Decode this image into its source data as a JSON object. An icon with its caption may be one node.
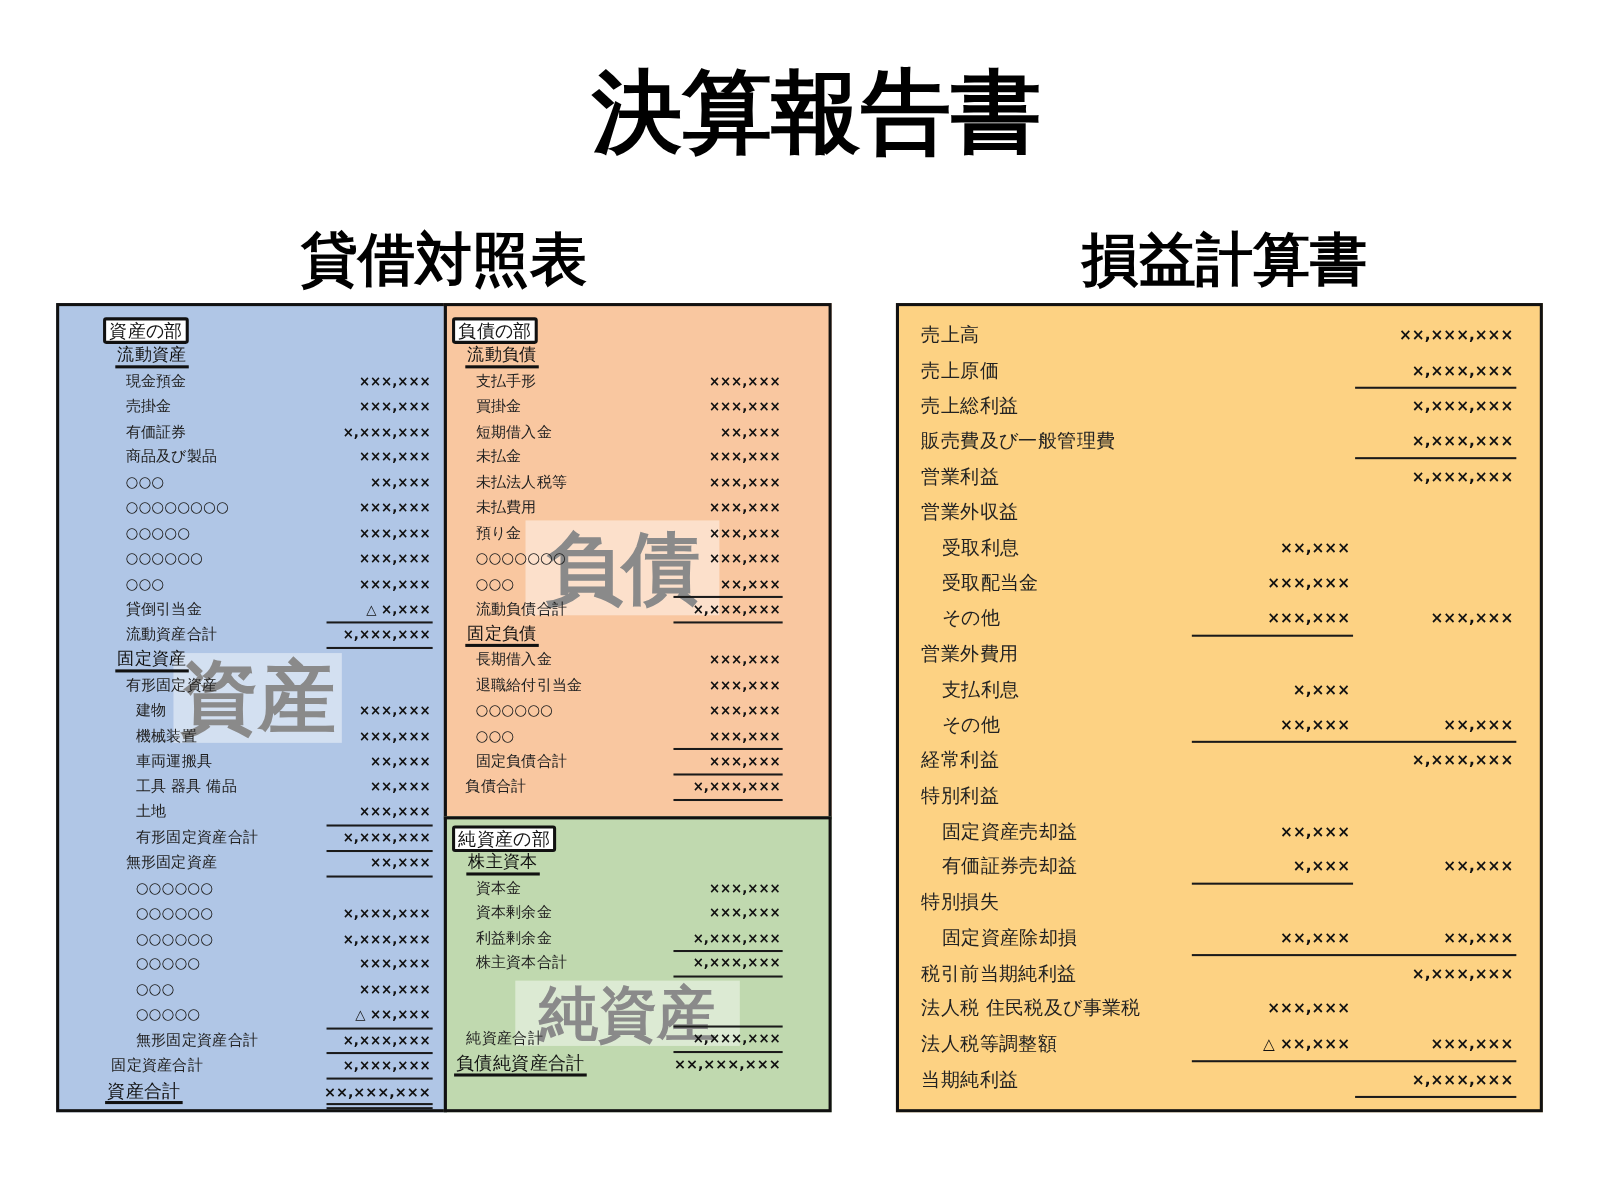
{
  "diagram": {
    "title": "決算報告書",
    "nodes": [
      {
        "text": [
          "資産",
          "流動資産",
          "現金預金",
          "×××,×××",
          "売掛金",
          "×××,×××",
          "有価証券",
          "×,×××,×××",
          "商品及び製品",
          "×××,×××",
          "○○○",
          "××,×××",
          "○○○○○○○○",
          "×××,×××",
          "○○○○○",
          "×××,×××",
          "○○○○○○",
          "×××,×××",
          "○○○",
          "×××,×××",
          "貸倒引当金",
          "△ ×,×××",
          "流動資産合計",
          "×,×××,×××",
          "固定資産",
          "有形固定資産",
          "建物",
          "×××,×××",
          "機械装置",
          "×××,×××",
          "車両運搬具",
          "××,×××",
          "工具 器具 備品",
          "××,×××",
          "土地",
          "×××,×××",
          "有形固定資産合計",
          "×,×××,×××",
          "無形固定資産",
          "××,×××",
          "○○○○○○",
          "○○○○○○",
          "×,×××,×××",
          "○○○○○○",
          "×,×××,×××",
          "○○○○○",
          "×××,×××",
          "○○○",
          "×××,×××",
          "○○○○○",
          "△ ××,×××",
          "無形固定資産合計",
          "×,×××,×××",
          "固定資産合計",
          "×,×××,×××",
          "資産合計",
          "××,×××,×××"
        ]
      },
      {
        "text": [
          "資産の部"
        ],
        "in": 0
      },
      {
        "text": [
          "負債",
          "流動負債",
          "支払手形",
          "×××,×××",
          "買掛金",
          "×××,×××",
          "短期借入金",
          "××,×××",
          "未払金",
          "×××,×××",
          "未払法人税等",
          "×××,×××",
          "未払費用",
          "×××,×××",
          "預り金",
          "×××,×××",
          "○○○○○○○",
          "×××,×××",
          "○○○",
          "××,×××",
          "流動負債合計",
          "×,×××,×××",
          "固定負債",
          "長期借入金",
          "×××,×××",
          "退職給付引当金",
          "×××,×××",
          "○○○○○○",
          "×××,×××",
          "○○○",
          "×××,×××",
          "固定負債合計",
          "×××,×××",
          "負債合計",
          "×,×××,×××"
        ]
      },
      {
        "text": [
          "負債の部"
        ],
        "in": 2
      },
      {
        "text": [
          "純資産",
          "株主資本",
          "資本金",
          "×××,×××",
          "資本剰余金",
          "×××,×××",
          "利益剰余金",
          "×,×××,×××",
          "株主資本合計",
          "×,×××,×××",
          "純資産合計",
          "×,×××,×××",
          "負債純資産合計",
          "××,×××,×××"
        ]
      },
      {
        "text": [
          "純資産の部"
        ],
        "in": 4
      },
      {
        "text": [
          "損益計算書",
          "売上高",
          "××,×××,×××",
          "売上原価",
          "×,×××,×××",
          "売上総利益",
          "×,×××,×××",
          "販売費及び一般管理費",
          "×,×××,×××",
          "営業利益",
          "×,×××,×××",
          "営業外収益",
          "受取利息",
          "××,×××",
          "受取配当金",
          "×××,×××",
          "その他",
          "×××,×××",
          "×××,×××",
          "営業外費用",
          "支払利息",
          "×,×××",
          "その他",
          "××,×××",
          "××,×××",
          "経常利益",
          "×,×××,×××",
          "特別利益",
          "固定資産売却益",
          "××,×××",
          "有価証券売却益",
          "×,×××",
          "××,×××",
          "特別損失",
          "固定資産除却損",
          "××,×××",
          "××,×××",
          "税引前当期純利益",
          "×,×××,×××",
          "法人税 住民税及び事業税",
          "×××,×××",
          "法人税等調整額",
          "△ ××,×××",
          "×××,×××",
          "当期純利益",
          "×,×××,×××"
        ]
      }
    ],
    "labels": [
      "貸借対照表"
    ]
  }
}
